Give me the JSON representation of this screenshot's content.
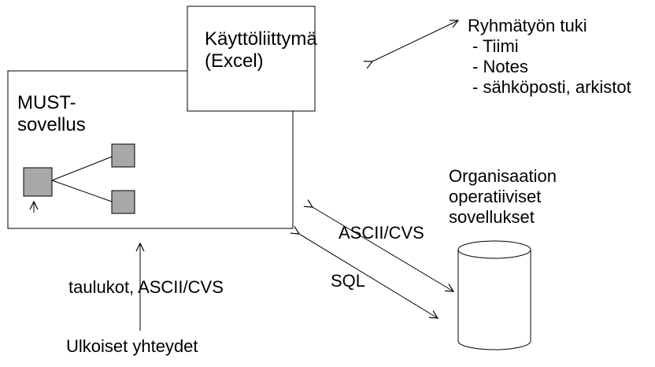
{
  "colors": {
    "stroke": "#000000",
    "node_fill": "#a8a8a8",
    "background": "#ffffff",
    "db_fill": "#ffffff"
  },
  "ui_box": {
    "lines": [
      "Käyttöliittymä",
      "(Excel)"
    ]
  },
  "must_box": {
    "lines": [
      "MUST-",
      "sovellus"
    ]
  },
  "groupware": {
    "title": "Ryhmätyön tuki",
    "items": [
      "- Tiimi",
      "- Notes",
      "- sähköposti, arkistot"
    ]
  },
  "org": {
    "lines": [
      "Organisaation",
      "operatiiviset",
      "sovellukset"
    ]
  },
  "labels": {
    "ascii_cvs": "ASCII/CVS",
    "sql": "SQL",
    "tables": "taulukot, ASCII/CVS",
    "external": "Ulkoiset yhteydet"
  }
}
